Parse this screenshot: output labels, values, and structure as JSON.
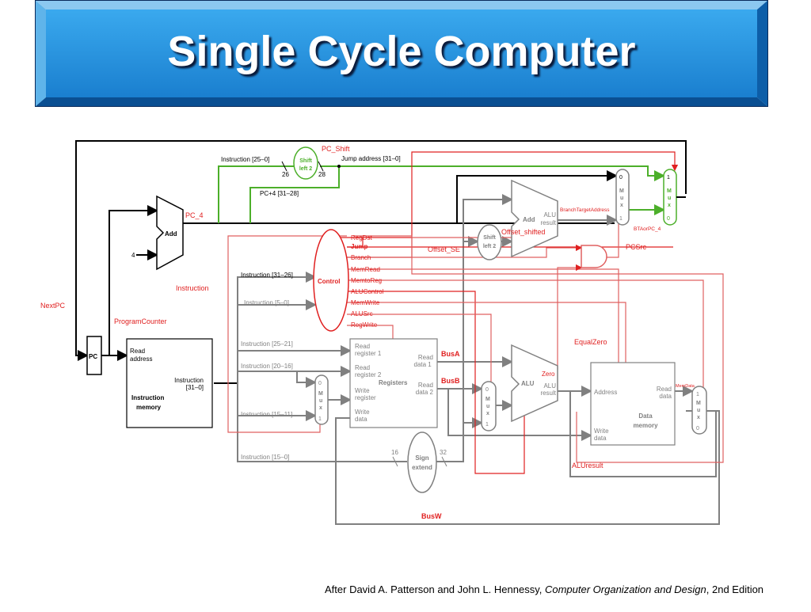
{
  "title": "Single Cycle Computer",
  "footer": {
    "prefix": "After David A. Patterson and John L. Hennessy, ",
    "book": "Computer Organization and Design",
    "suffix": ", 2nd Edition"
  },
  "colors": {
    "banner": "#1f8fd8",
    "control": "#e02020",
    "jump": "#4caf2a",
    "datapath": "#808080"
  },
  "blocks": {
    "pc": "PC",
    "imem_read_address": [
      "Read",
      "address"
    ],
    "imem_instruction": [
      "Instruction",
      "[31–0]"
    ],
    "imem_name": [
      "Instruction",
      "memory"
    ],
    "add1": "Add",
    "four": "4",
    "shift_top": [
      "Shift",
      "left 2"
    ],
    "shift_mid": [
      "Shift",
      "left 2"
    ],
    "control": "Control",
    "registers": "Registers",
    "reg_ports_in": [
      "Read",
      "register 1",
      "Read",
      "register 2",
      "Write",
      "register",
      "Write",
      "data"
    ],
    "reg_ports_out": [
      "Read",
      "data 1",
      "Read",
      "data 2"
    ],
    "sign_extend": [
      "Sign",
      "extend"
    ],
    "alu": "ALU",
    "alu_result": [
      "ALU",
      "result"
    ],
    "zero": "Zero",
    "add2": "Add",
    "add2_result": [
      "ALU",
      "result"
    ],
    "dmem_address": "Address",
    "dmem_read": [
      "Read",
      "data"
    ],
    "dmem_write": [
      "Write",
      "data"
    ],
    "dmem_name": [
      "Data",
      "memory"
    ],
    "mux_letters": [
      "M",
      "u",
      "x"
    ],
    "mux_regdst": [
      "0",
      "1"
    ],
    "mux_alusrc": [
      "0",
      "1"
    ],
    "mux_memtoreg": [
      "1",
      "0"
    ],
    "mux_branch": [
      "0",
      "1"
    ],
    "mux_jump": [
      "1",
      "0"
    ]
  },
  "wire_labels": {
    "instr_25_0": "Instruction [25–0]",
    "n26": "26",
    "n28": "28",
    "jump_address": "Jump address [31–0]",
    "pc4_31_28": "PC+4 [31–28]",
    "instr_31_26": "Instruction [31–26]",
    "instr_5_0": "Instruction [5–0]",
    "instr_25_21": "Instruction [25–21]",
    "instr_20_16": "Instruction [20–16]",
    "instr_15_11": "Instruction [15–11]",
    "instr_15_0": "Instruction [15–0]",
    "n16": "16",
    "n32": "32"
  },
  "control_signals": [
    "RegDst",
    "Jump",
    "Branch",
    "MemRead",
    "MemtoReg",
    "ALUControl",
    "MemWrite",
    "ALUSrc",
    "RegWrite"
  ],
  "annotations": {
    "pc_shift": "PC_Shift",
    "pc_4": "PC_4",
    "instruction": "Instruction",
    "nextpc": "NextPC",
    "program_counter": "ProgramCounter",
    "offset_se": "Offset_SE",
    "offset_shifted": "Offset_shifted",
    "branch_target": "BranchTargetAddress",
    "bta_or_pc4": "BTAorPC_4",
    "pcsrc": "PCSrc",
    "equalzero": "EqualZero",
    "busa": "BusA",
    "busb": "BusB",
    "memdata": "MemData",
    "aluresult": "ALUresult",
    "busw": "BusW"
  }
}
